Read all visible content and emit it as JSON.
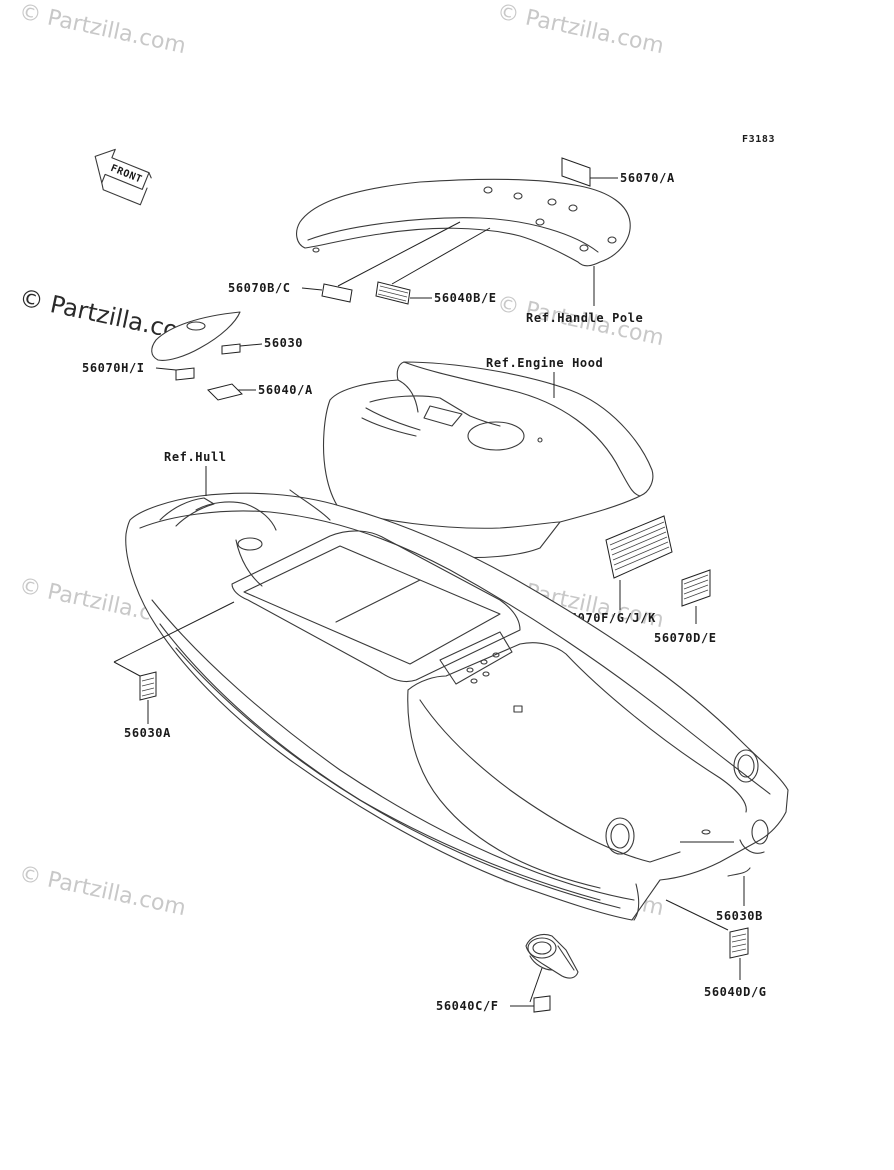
{
  "figure_code": "F3183",
  "watermark": "© Partzilla.com",
  "front_label": "FRONT",
  "parts": [
    {
      "id": "p-56070a",
      "label": "56070/A"
    },
    {
      "id": "p-56070bc",
      "label": "56070B/C"
    },
    {
      "id": "p-56040be",
      "label": "56040B/E"
    },
    {
      "id": "p-56030",
      "label": "56030"
    },
    {
      "id": "p-56070hi",
      "label": "56070H/I"
    },
    {
      "id": "p-56040a",
      "label": "56040/A"
    },
    {
      "id": "p-56070fgjk",
      "label": "56070F/G/J/K"
    },
    {
      "id": "p-56070de",
      "label": "56070D/E"
    },
    {
      "id": "p-56030a",
      "label": "56030A"
    },
    {
      "id": "p-56030b",
      "label": "56030B"
    },
    {
      "id": "p-56040dg",
      "label": "56040D/G"
    },
    {
      "id": "p-56040cf",
      "label": "56040C/F"
    }
  ],
  "references": [
    {
      "id": "ref-handle-pole",
      "label": "Ref.Handle Pole"
    },
    {
      "id": "ref-engine-hood",
      "label": "Ref.Engine Hood"
    },
    {
      "id": "ref-hull",
      "label": "Ref.Hull"
    }
  ]
}
